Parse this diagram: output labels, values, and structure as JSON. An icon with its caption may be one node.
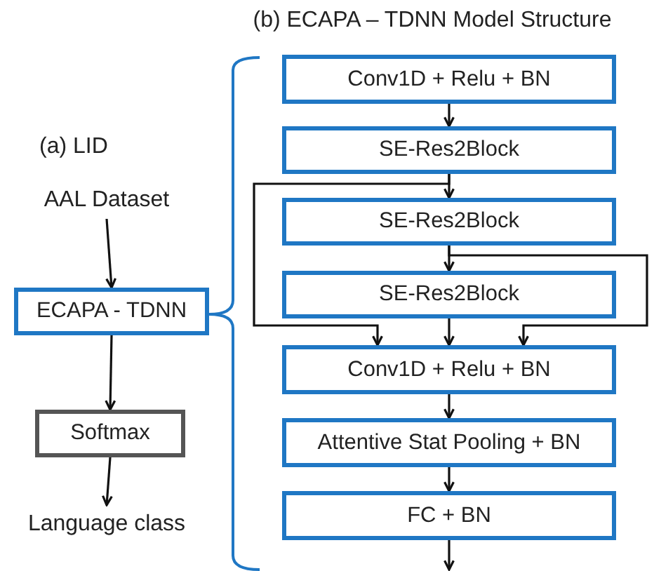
{
  "diagram": {
    "title": "(b) ECAPA – TDNN Model Structure",
    "nodes": [
      {
        "text": [
          "AAL Dataset"
        ]
      },
      {
        "text": [
          "ECAPA - TDNN"
        ]
      },
      {
        "text": [
          "Softmax"
        ]
      },
      {
        "text": [
          "Language class"
        ]
      },
      {
        "text": [
          "Conv1D + Relu + BN"
        ]
      },
      {
        "text": [
          "SE-Res2Block"
        ]
      },
      {
        "text": [
          "SE-Res2Block"
        ]
      },
      {
        "text": [
          "SE-Res2Block"
        ]
      },
      {
        "text": [
          "Conv1D + Relu + BN"
        ]
      },
      {
        "text": [
          "Attentive Stat Pooling + BN"
        ]
      },
      {
        "text": [
          "FC + BN"
        ]
      }
    ],
    "edges": [
      {
        "from": 0,
        "to": 1,
        "arrow": "to"
      },
      {
        "from": 1,
        "to": 2,
        "arrow": "to"
      },
      {
        "from": 2,
        "to": 3,
        "arrow": "to"
      },
      {
        "from": 4,
        "to": 5,
        "arrow": "to"
      },
      {
        "from": 5,
        "to": 6,
        "arrow": "to"
      },
      {
        "from": 6,
        "to": 7,
        "arrow": "to"
      },
      {
        "from": 7,
        "to": 8,
        "arrow": "to"
      },
      {
        "from": 5,
        "to": 8,
        "arrow": "to"
      },
      {
        "from": 6,
        "to": 8,
        "arrow": "to"
      },
      {
        "from": 8,
        "to": 9,
        "arrow": "to"
      },
      {
        "from": 9,
        "to": 10,
        "arrow": "to"
      },
      {
        "from": 10,
        "to": null,
        "arrow": "to"
      }
    ],
    "labels": [
      "(a) LID"
    ]
  }
}
